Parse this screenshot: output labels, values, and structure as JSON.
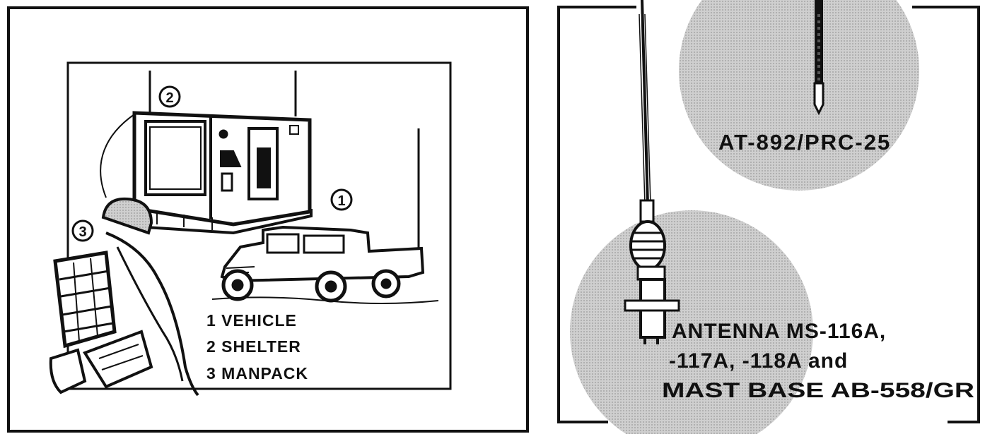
{
  "left_panel": {
    "callouts": {
      "c1": "1",
      "c2": "2",
      "c3": "3"
    },
    "legend": [
      "1 VEHICLE",
      "2 SHELTER",
      "3 MANPACK"
    ]
  },
  "right_panel": {
    "top_label": "AT-892/PRC-25",
    "bottom_label": [
      "ANTENNA MS-116A,",
      "-117A, -118A and",
      "MAST BASE AB-558/GR"
    ]
  },
  "colors": {
    "ink": "#111111",
    "halftone": "#bdbdbd",
    "paper": "#ffffff"
  }
}
